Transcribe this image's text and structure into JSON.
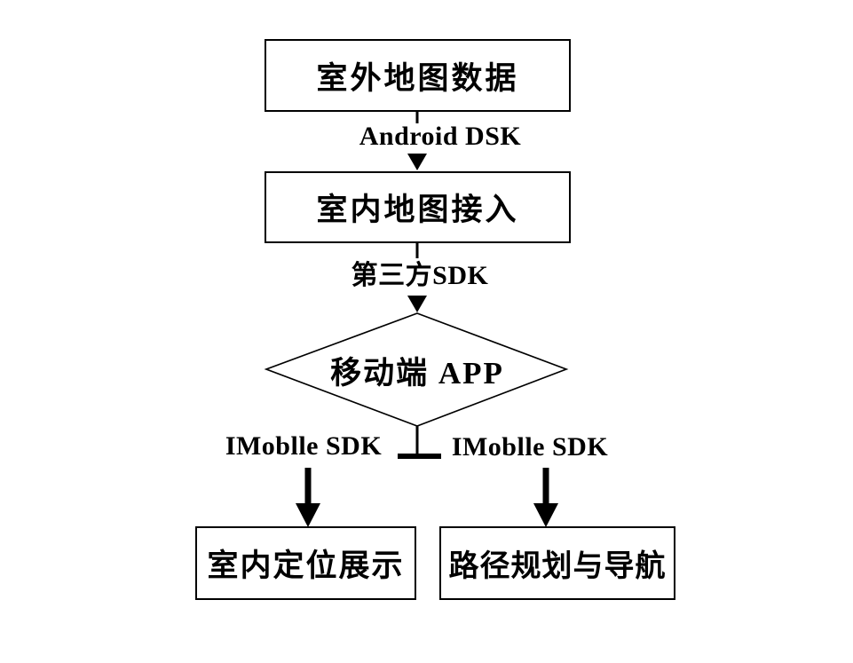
{
  "diagram": {
    "title": "indoor-outdoor-map-navigation-flowchart",
    "colors": {
      "background": "#ffffff",
      "stroke": "#000000",
      "text": "#000000"
    },
    "nodes": {
      "outdoor_map_data": {
        "shape": "rect",
        "label": "室外地图数据"
      },
      "indoor_map_access": {
        "shape": "rect",
        "label": "室内地图接入"
      },
      "mobile_app": {
        "shape": "diamond",
        "label": "移动端 APP"
      },
      "indoor_positioning_display": {
        "shape": "rect",
        "label": "室内定位展示"
      },
      "route_planning_navigation": {
        "shape": "rect",
        "label": "路径规划与导航"
      }
    },
    "edges": {
      "outdoor_to_indoor": {
        "label": "Android DSK"
      },
      "indoor_to_app": {
        "label": "第三方SDK"
      },
      "app_to_display": {
        "label": "IMoblle SDK"
      },
      "app_to_navigation": {
        "label": "IMoblle SDK"
      }
    }
  }
}
